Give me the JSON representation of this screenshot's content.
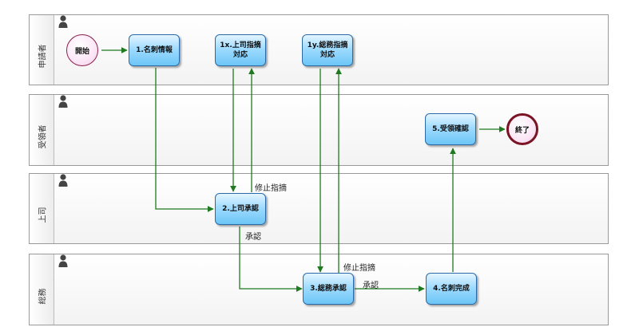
{
  "lanes": [
    {
      "label": "申請者"
    },
    {
      "label": "受領者"
    },
    {
      "label": "上司"
    },
    {
      "label": "総務"
    }
  ],
  "events": {
    "start": "開始",
    "end": "終了"
  },
  "tasks": {
    "t1": "1.名刺情報",
    "t1x": "1x.上司指摘\n対応",
    "t1y": "1y.総務指摘\n対応",
    "t2": "2.上司承認",
    "t3": "3.総務承認",
    "t4": "4.名刺完成",
    "t5": "5.受領確認"
  },
  "flow_labels": {
    "boss_fix": "修止指摘",
    "boss_ok": "承認",
    "gen_fix": "修止指摘",
    "gen_ok": "承認"
  },
  "colors": {
    "flow": "#1f7a1f",
    "task_border": "#2a6aa8",
    "end_border": "#7a1424"
  }
}
